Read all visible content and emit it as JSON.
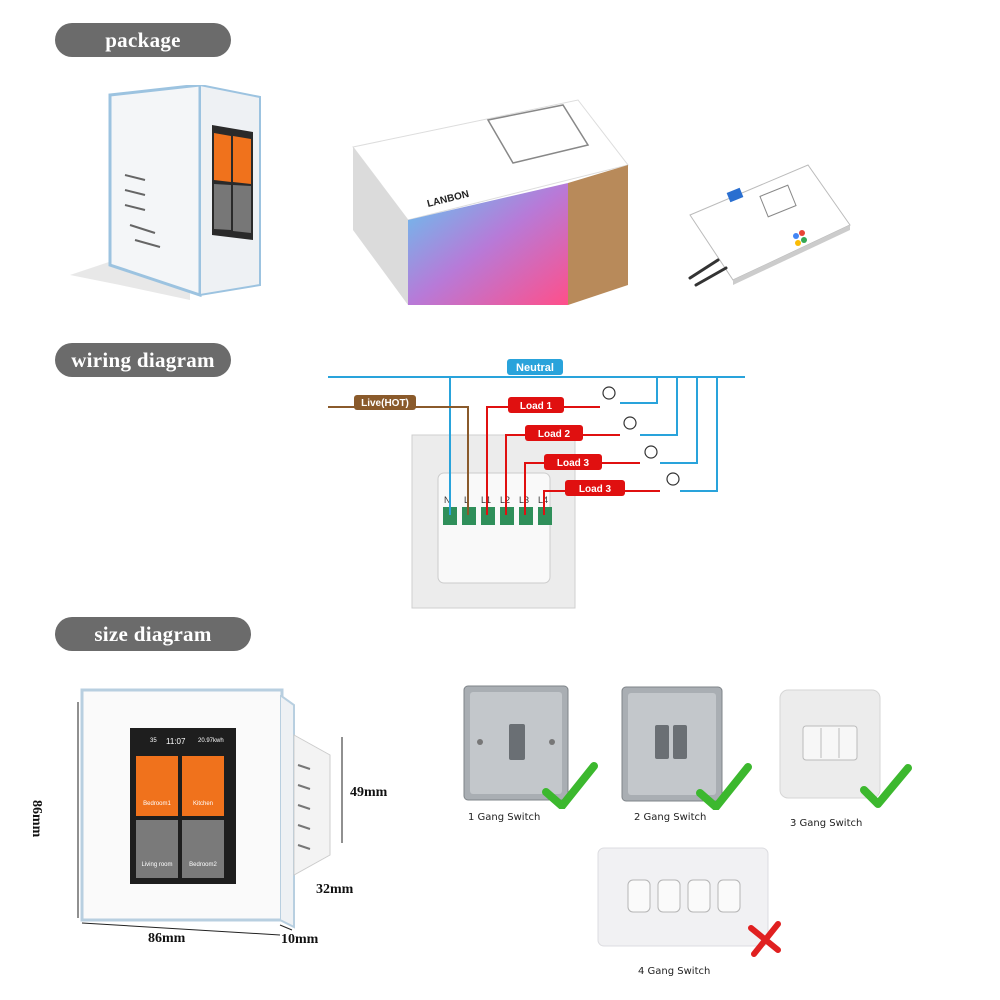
{
  "sections": {
    "package": "package",
    "wiring": "wiring diagram",
    "size": "size diagram"
  },
  "wiring": {
    "neutral": "Neutral",
    "live": "Live(HOT)",
    "loads": [
      "Load 1",
      "Load 2",
      "Load 3",
      "Load 3"
    ],
    "terminals": [
      "N",
      "L",
      "L1",
      "L2",
      "L3",
      "L4"
    ]
  },
  "package_box": {
    "brand": "LANBON"
  },
  "device": {
    "time": "11:07",
    "energy": "20.97kwh",
    "temp": "35",
    "tiles": [
      "Bedroom1",
      "Kitchen",
      "Living room",
      "Bedroom2"
    ]
  },
  "dimensions": {
    "height": "86mm",
    "width": "86mm",
    "depth_back": "49mm",
    "depth_side": "32mm",
    "thickness": "10mm"
  },
  "switches": [
    {
      "label": "1 Gang Switch",
      "compatible": true
    },
    {
      "label": "2 Gang Switch",
      "compatible": true
    },
    {
      "label": "3 Gang Switch",
      "compatible": true
    },
    {
      "label": "4 Gang Switch",
      "compatible": false
    }
  ],
  "colors": {
    "neutral": "#29a3db",
    "live": "#8a5a2b",
    "load": "#e01010",
    "pill": "#6b6b6b",
    "tile_orange": "#f0721c",
    "tile_gray": "#7a7a7a",
    "check": "#3cb82e",
    "cross": "#e02020"
  }
}
